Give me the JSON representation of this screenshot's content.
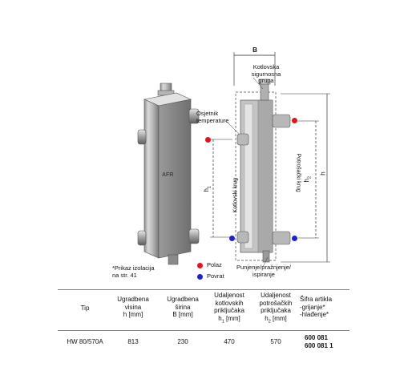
{
  "drawing": {
    "note_line1": "*Prikaz izolacija",
    "note_line2": "na str. 41",
    "label_B": "B",
    "kotlovska_line1": "Kotlovska",
    "kotlovska_line2": "sigurnosna",
    "kotlovska_line3": "grupa",
    "osjetnik_line1": "Osjetnik",
    "osjetnik_line2": "temperature",
    "kotlovski_krug": "Kotlovski krug",
    "potrosacki_krug": "Potrošački krug",
    "label_h1": "h",
    "label_h1_sub": "1",
    "label_h2": "h",
    "label_h2_sub": "2",
    "label_h": "h",
    "punjenje_line1": "Punjenje/pražnjenje/",
    "punjenje_line2": "ispiranje",
    "legend_polaz": "Polaz",
    "legend_povrat": "Povrat",
    "color_polaz": "#e1141e",
    "color_povrat": "#1e22c8"
  },
  "table": {
    "headers": {
      "tip": "Tip",
      "visina_1": "Ugradbena",
      "visina_2": "visina",
      "visina_3": "h [mm]",
      "sirina_1": "Ugradbena",
      "sirina_2": "širina",
      "sirina_3": "B [mm]",
      "kotl_1": "Udaljenost",
      "kotl_2": "kotlovskih",
      "kotl_3": "priključaka",
      "kotl_4": "h",
      "kotl_4_sub": "1",
      "kotl_4_unit": " [mm]",
      "potr_1": "Udaljenost",
      "potr_2": "potrošačkih",
      "potr_3": "priključaka",
      "potr_4": "h",
      "potr_4_sub": "2",
      "potr_4_unit": " [mm]",
      "sifra_1": "Šifra artikla",
      "sifra_2": "-grijanje*",
      "sifra_3": "-hlađenje*"
    },
    "row": {
      "tip": "HW 80/570A",
      "visina": "813",
      "sirina": "230",
      "h1": "470",
      "h2": "570",
      "sifra_1": "600 081",
      "sifra_2": "600 081 1"
    }
  }
}
